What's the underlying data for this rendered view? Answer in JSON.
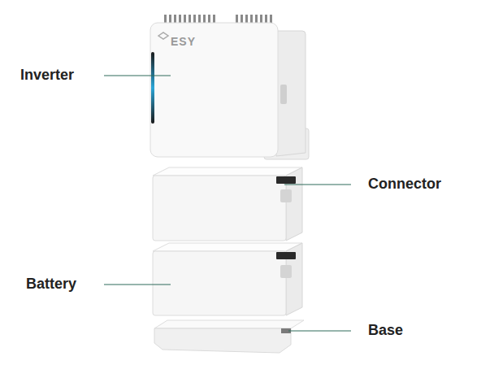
{
  "diagram": {
    "labels": [
      "ESY",
      "Inverter",
      "Connector",
      "Battery",
      "Base"
    ]
  }
}
